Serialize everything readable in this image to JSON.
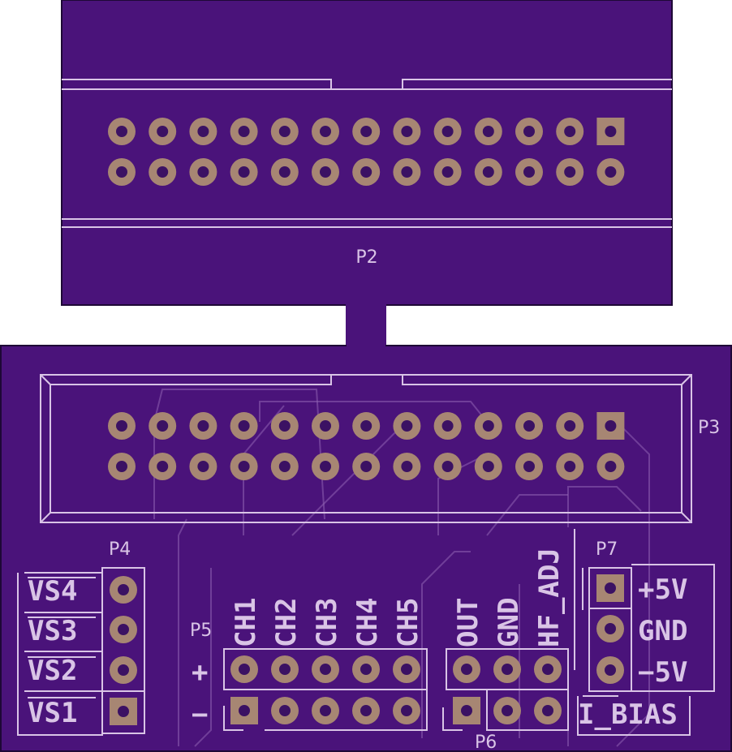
{
  "colors": {
    "board": "#4a137a",
    "silkscreen": "#d9c4e6",
    "pad": "#a78673",
    "hole": "#3b1163"
  },
  "board": {
    "p2": {
      "ref": "P2",
      "pins": 26
    },
    "p3": {
      "ref": "P3",
      "pins": 26
    },
    "p4": {
      "ref": "P4",
      "labels": [
        "VS4",
        "VS3",
        "VS2",
        "VS1"
      ]
    },
    "p5": {
      "ref": "P5",
      "channels": [
        "CH1",
        "CH2",
        "CH3",
        "CH4",
        "CH5"
      ],
      "plus": "+",
      "minus": "−"
    },
    "p6": {
      "ref": "P6",
      "labels": [
        "OUT",
        "GND",
        "HF_ADJ"
      ],
      "bias": "I_BIAS"
    },
    "p7": {
      "ref": "P7",
      "labels": [
        "+5V",
        "GND",
        "−5V"
      ]
    }
  }
}
